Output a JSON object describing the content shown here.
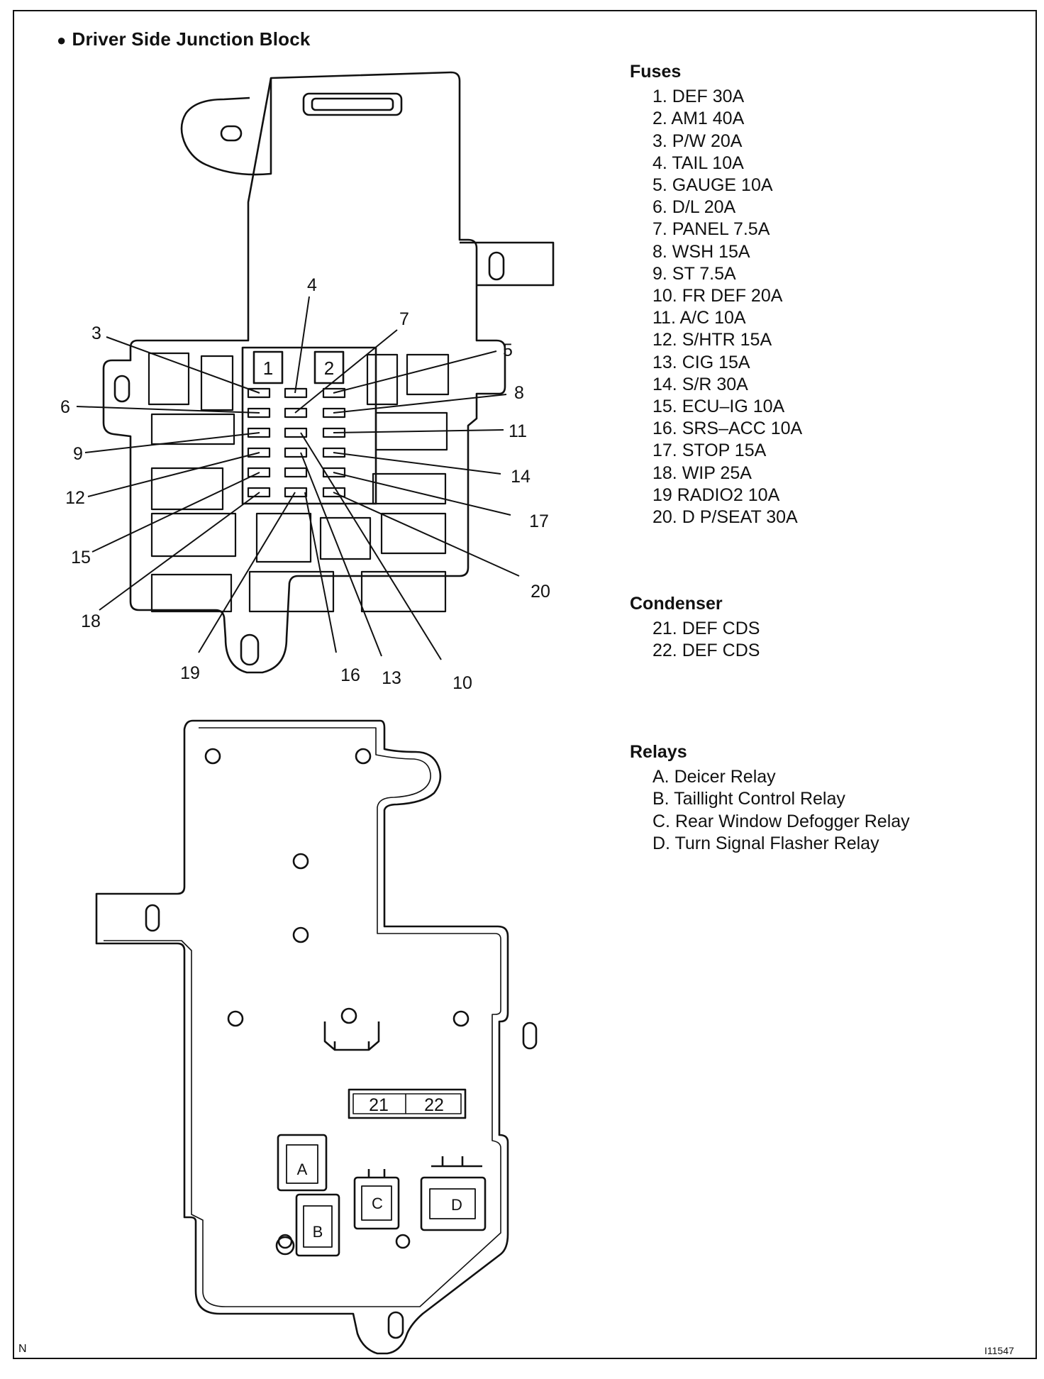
{
  "title": "Driver Side Junction Block",
  "bullet": "●",
  "fuses": {
    "heading": "Fuses",
    "items": [
      "1. DEF 30A",
      "2. AM1 40A",
      "3. P/W 20A",
      "4. TAIL 10A",
      "5. GAUGE 10A",
      "6. D/L 20A",
      "7. PANEL 7.5A",
      "8. WSH 15A",
      "9. ST 7.5A",
      "10. FR DEF 20A",
      "11. A/C 10A",
      "12. S/HTR 15A",
      "13. CIG 15A",
      "14. S/R 30A",
      "15. ECU–IG 10A",
      "16. SRS–ACC 10A",
      "17. STOP 15A",
      "18. WIP 25A",
      "19 RADIO2 10A",
      "20. D P/SEAT 30A"
    ]
  },
  "condenser": {
    "heading": "Condenser",
    "items": [
      "21. DEF CDS",
      "22. DEF CDS"
    ]
  },
  "relays": {
    "heading": "Relays",
    "items": [
      "A. Deicer Relay",
      "B. Taillight Control Relay",
      "C. Rear Window Defogger Relay",
      "D. Turn Signal Flasher Relay"
    ]
  },
  "callouts": [
    "1",
    "2",
    "3",
    "4",
    "5",
    "6",
    "7",
    "8",
    "9",
    "10",
    "11",
    "12",
    "13",
    "14",
    "15",
    "16",
    "17",
    "18",
    "19",
    "20"
  ],
  "rear_labels": {
    "c21": "21",
    "c22": "22",
    "relay_a": "A",
    "relay_b": "B",
    "relay_c": "C",
    "relay_d": "D"
  },
  "corner": {
    "left": "N",
    "right": "I11547"
  }
}
